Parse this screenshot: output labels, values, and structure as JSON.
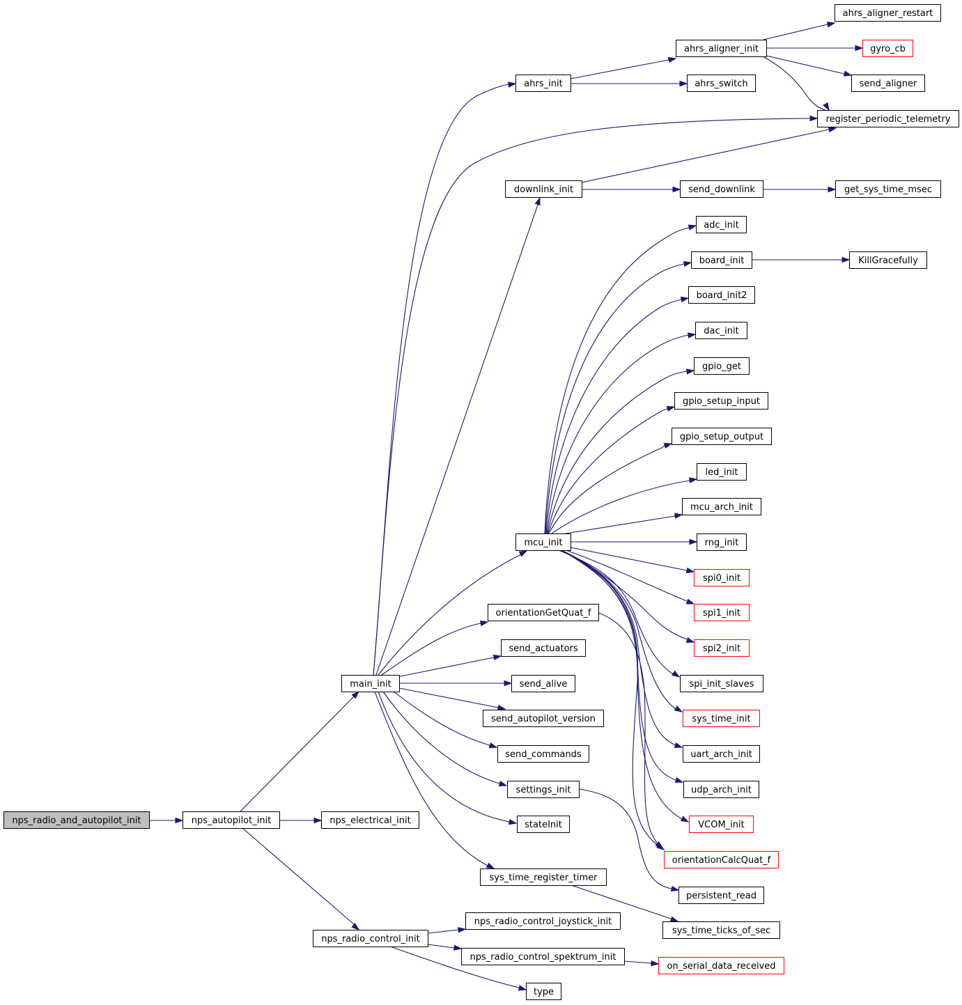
{
  "diagram": {
    "colors": {
      "edge": "#191970",
      "node_border": "#000000",
      "truncated_border": "#ff0000",
      "root_fill": "#bfbfbf",
      "node_fill": "#ffffff"
    },
    "nodes": {
      "root": {
        "label": "nps_radio_and_autopilot_init"
      },
      "autopilot": {
        "label": "nps_autopilot_init"
      },
      "electrical": {
        "label": "nps_electrical_init"
      },
      "rc": {
        "label": "nps_radio_control_init"
      },
      "main": {
        "label": "main_init"
      },
      "ahrs": {
        "label": "ahrs_init"
      },
      "downlink": {
        "label": "downlink_init"
      },
      "mcu": {
        "label": "mcu_init"
      },
      "oquat": {
        "label": "orientationGetQuat_f"
      },
      "sact": {
        "label": "send_actuators"
      },
      "salive": {
        "label": "send_alive"
      },
      "sapv": {
        "label": "send_autopilot_version"
      },
      "scmd": {
        "label": "send_commands"
      },
      "settings": {
        "label": "settings_init"
      },
      "state": {
        "label": "stateInit"
      },
      "sysreg": {
        "label": "sys_time_register_timer"
      },
      "joy": {
        "label": "nps_radio_control_joystick_init"
      },
      "spek": {
        "label": "nps_radio_control_spektrum_init"
      },
      "type": {
        "label": "type"
      },
      "aligner": {
        "label": "ahrs_aligner_init"
      },
      "aswitch": {
        "label": "ahrs_switch"
      },
      "restart": {
        "label": "ahrs_aligner_restart"
      },
      "gyro": {
        "label": "gyro_cb"
      },
      "saligner": {
        "label": "send_aligner"
      },
      "regtel": {
        "label": "register_periodic_telemetry"
      },
      "sdown": {
        "label": "send_downlink"
      },
      "getms": {
        "label": "get_sys_time_msec"
      },
      "adc": {
        "label": "adc_init"
      },
      "board": {
        "label": "board_init"
      },
      "kill": {
        "label": "KillGracefully"
      },
      "board2": {
        "label": "board_init2"
      },
      "dac": {
        "label": "dac_init"
      },
      "gget": {
        "label": "gpio_get"
      },
      "gin": {
        "label": "gpio_setup_input"
      },
      "gout": {
        "label": "gpio_setup_output"
      },
      "led": {
        "label": "led_init"
      },
      "mcuarch": {
        "label": "mcu_arch_init"
      },
      "rng": {
        "label": "rng_init"
      },
      "spi0": {
        "label": "spi0_init"
      },
      "spi1": {
        "label": "spi1_init"
      },
      "spi2": {
        "label": "spi2_init"
      },
      "spislaves": {
        "label": "spi_init_slaves"
      },
      "systime": {
        "label": "sys_time_init"
      },
      "uart": {
        "label": "uart_arch_init"
      },
      "udp": {
        "label": "udp_arch_init"
      },
      "vcom": {
        "label": "VCOM_init"
      },
      "ocalc": {
        "label": "orientationCalcQuat_f"
      },
      "persist": {
        "label": "persistent_read"
      },
      "ticks": {
        "label": "sys_time_ticks_of_sec"
      },
      "serial": {
        "label": "on_serial_data_received"
      }
    }
  }
}
